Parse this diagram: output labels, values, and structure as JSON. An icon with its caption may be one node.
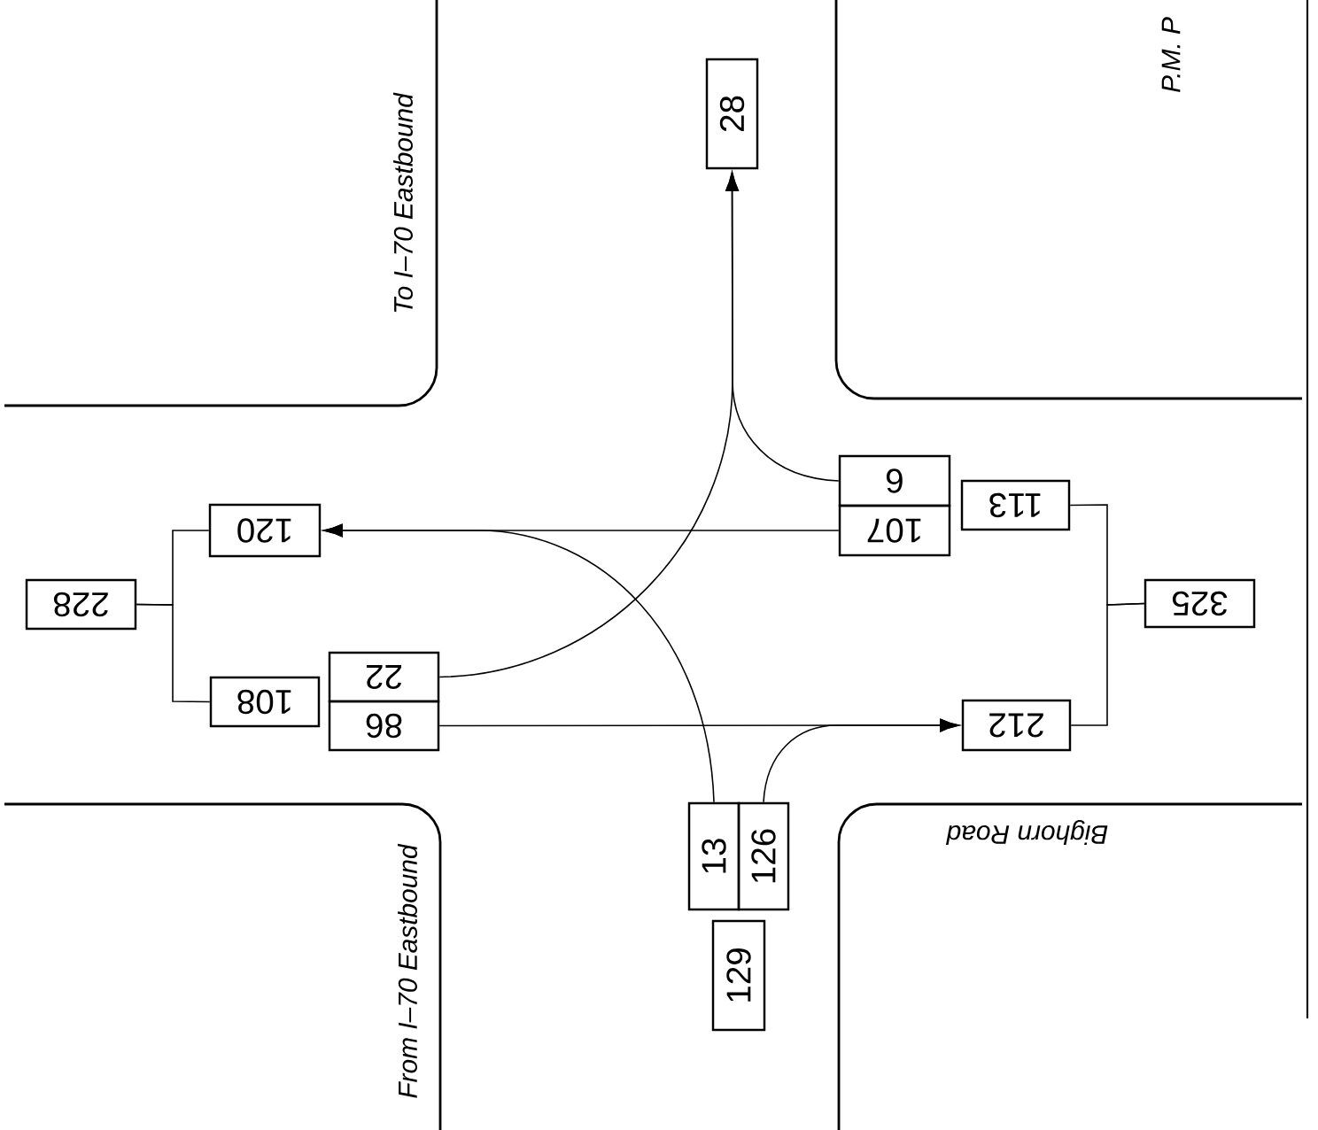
{
  "diagram": {
    "nodes": [
      {
        "text": [
          "28"
        ]
      },
      {
        "text": [
          "120"
        ]
      },
      {
        "text": [
          "228"
        ]
      },
      {
        "text": [
          "22"
        ]
      },
      {
        "text": [
          "86"
        ]
      },
      {
        "text": [
          "108"
        ]
      },
      {
        "text": [
          "6"
        ]
      },
      {
        "text": [
          "107"
        ]
      },
      {
        "text": [
          "113"
        ]
      },
      {
        "text": [
          "325"
        ]
      },
      {
        "text": [
          "212"
        ]
      },
      {
        "text": [
          "13"
        ]
      },
      {
        "text": [
          "126"
        ]
      },
      {
        "text": [
          "129"
        ]
      }
    ],
    "edges": [
      {
        "from": 3,
        "to": 0,
        "arrow": "to"
      },
      {
        "from": 6,
        "to": 0,
        "arrow": "to"
      },
      {
        "from": 7,
        "to": 1,
        "arrow": "to"
      },
      {
        "from": 11,
        "to": 1,
        "arrow": "to"
      },
      {
        "from": 4,
        "to": 10,
        "arrow": "to"
      },
      {
        "from": 12,
        "to": 10,
        "arrow": "to"
      },
      {
        "from": 2,
        "to": 1,
        "arrow": "none"
      },
      {
        "from": 2,
        "to": 5,
        "arrow": "none"
      },
      {
        "from": 9,
        "to": 8,
        "arrow": "none"
      },
      {
        "from": 9,
        "to": 10,
        "arrow": "none"
      }
    ],
    "labels": [
      "To I–70 Eastbound",
      "P.M. P",
      "Bighorn Road",
      "From I–70 Eastbound"
    ]
  }
}
